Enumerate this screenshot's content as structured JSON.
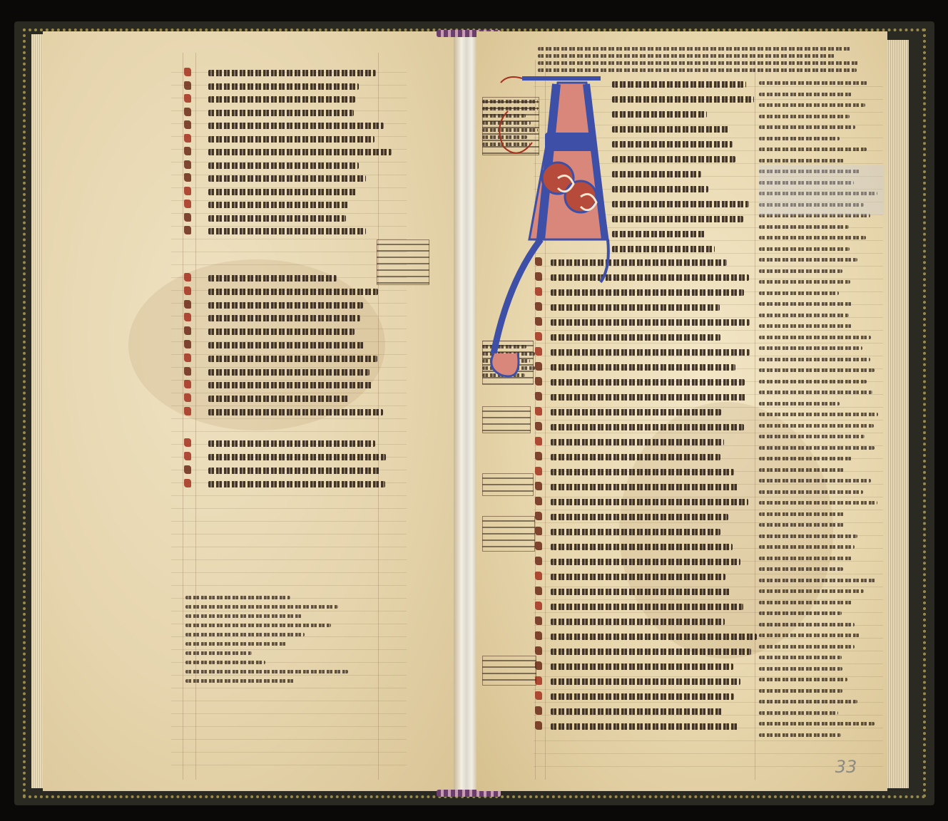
{
  "image": {
    "subject": "",
    "width": 1329,
    "height": 1152
  },
  "folio_number": "33",
  "colors": {
    "parchment": "#e9d8b1",
    "ink": "#2b1d14",
    "rubric_red": "#a3301e",
    "initial_blue": "#3d4fa6",
    "initial_pink": "#d9877a",
    "cover": "#2a2a22",
    "tooling_gold": "#9a8a4a"
  },
  "icons": {
    "illuminated_initial": "illuminated-initial-a-icon"
  }
}
